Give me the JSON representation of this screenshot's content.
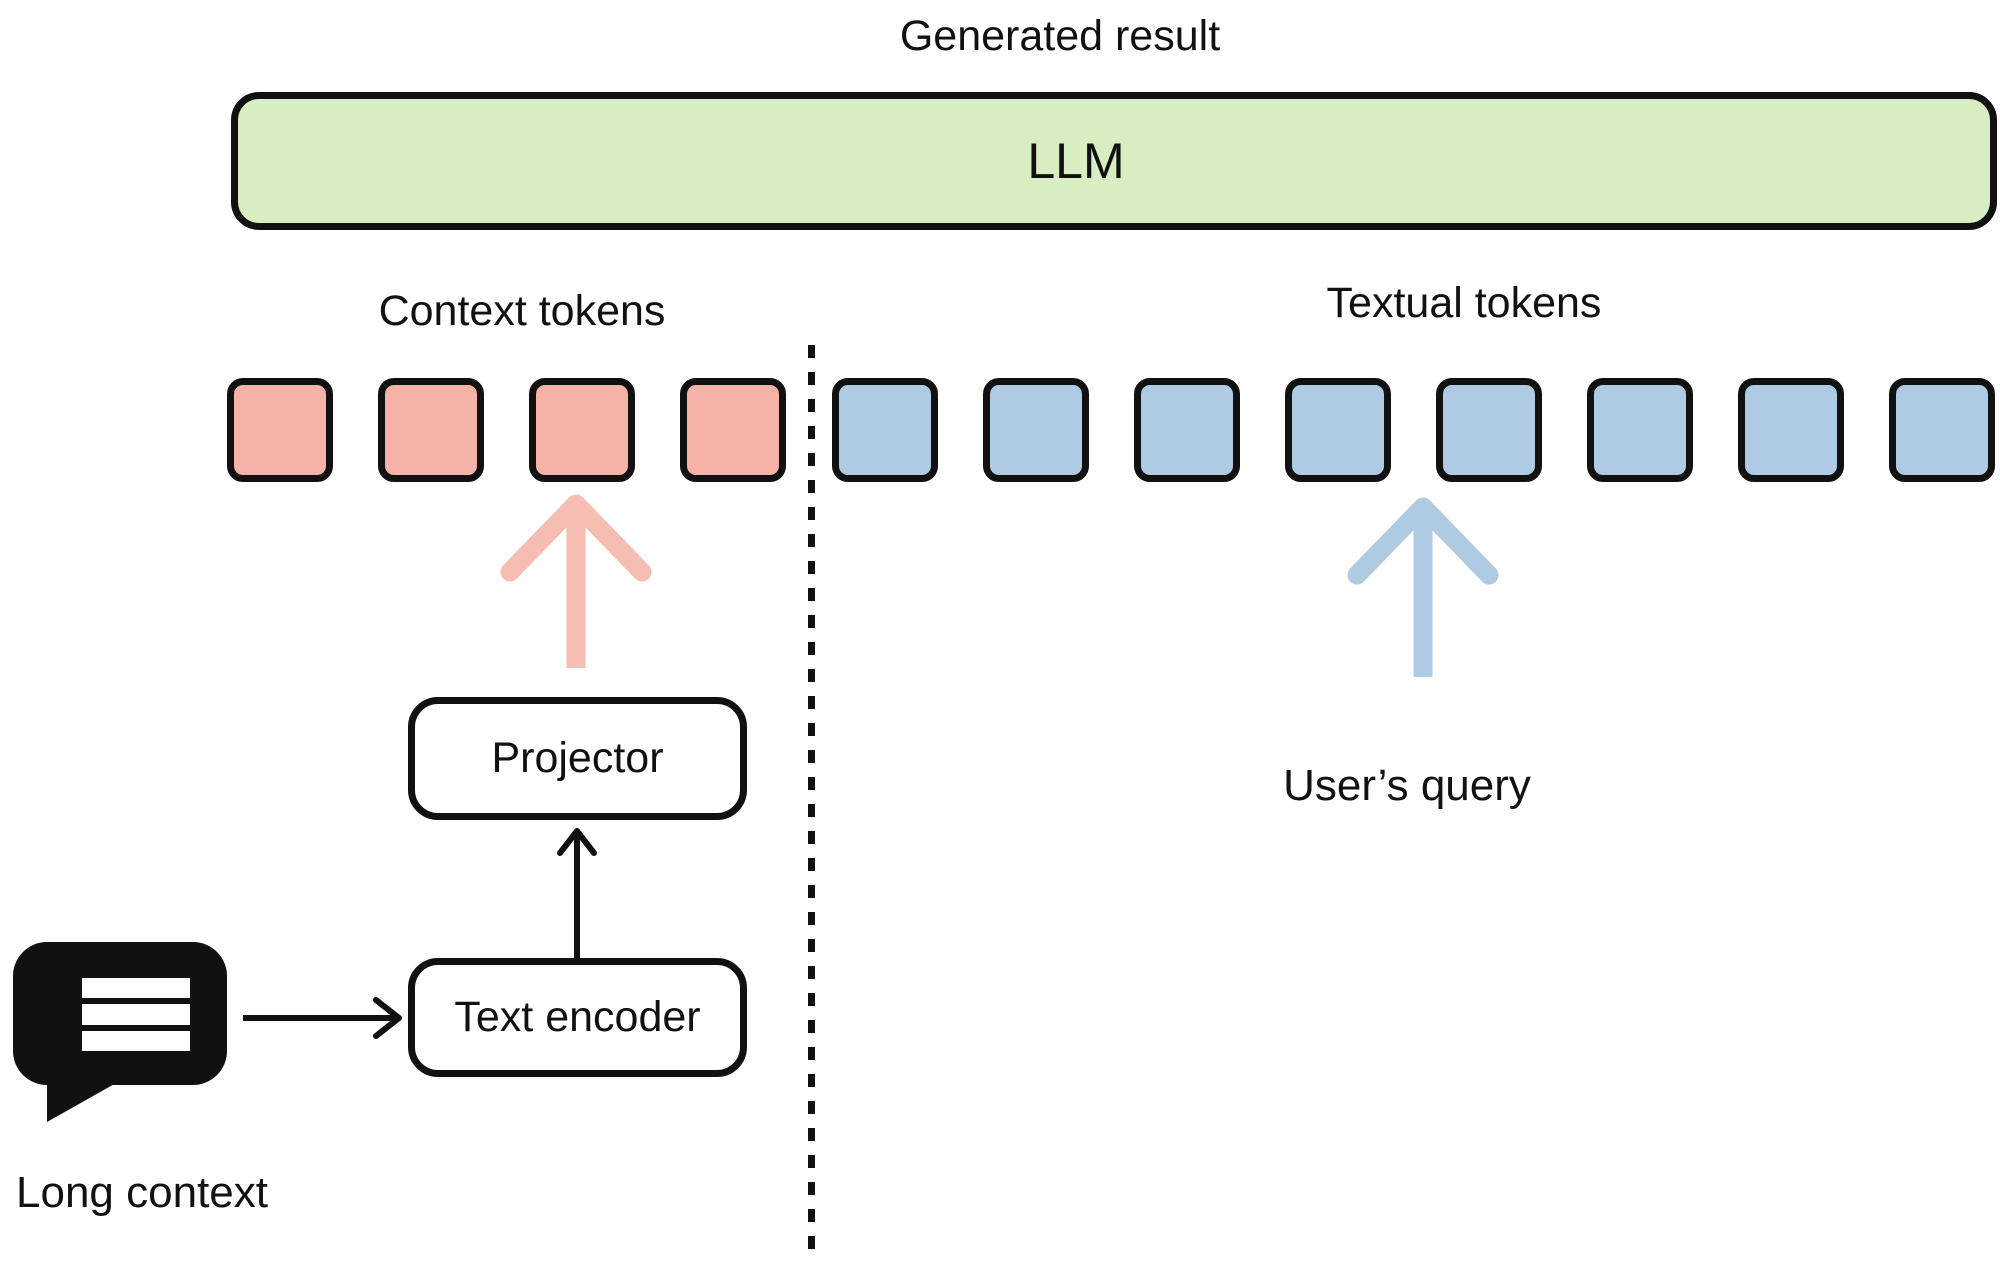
{
  "labels": {
    "generated_result": "Generated result",
    "llm": "LLM",
    "context_tokens": "Context tokens",
    "textual_tokens": "Textual tokens",
    "projector": "Projector",
    "text_encoder": "Text encoder",
    "users_query": "User’s query",
    "long_context": "Long context"
  },
  "tokens": {
    "context": {
      "count": 4,
      "fill": "#F5B2A7"
    },
    "textual": {
      "count": 8,
      "fill": "#AFCBE3"
    }
  },
  "colors": {
    "llm_fill": "#D8EDC1",
    "context_token_fill": "#F5B2A7",
    "textual_token_fill": "#AFCBE3",
    "context_arrow": "#F6BDB2",
    "textual_arrow": "#AFCBE3",
    "outline": "#111111",
    "background": "#FFFFFF"
  }
}
